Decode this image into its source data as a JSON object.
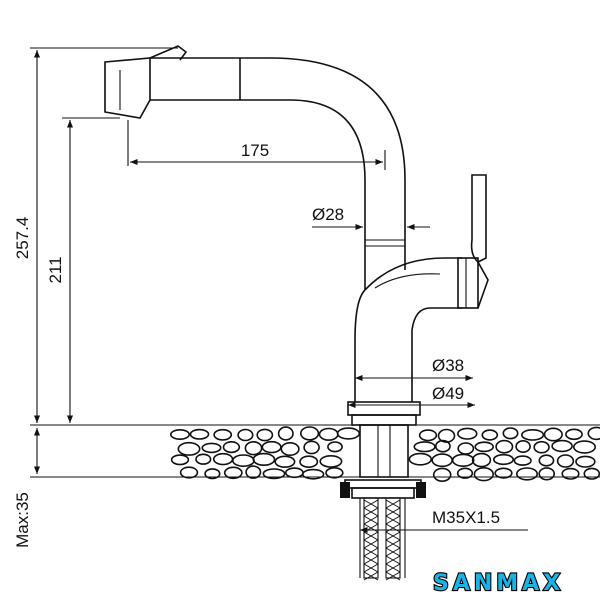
{
  "dimensions": {
    "overall_height": "257.4",
    "spout_height": "211",
    "reach": "175",
    "spout_diameter": "Ø28",
    "body_diameter": "Ø38",
    "base_diameter": "Ø49",
    "thread": "M35X1.5",
    "max_counter_thickness": "Max:35"
  },
  "brand": {
    "name": "SANMAX",
    "color": "#19b4e6",
    "outline": "#000000"
  }
}
